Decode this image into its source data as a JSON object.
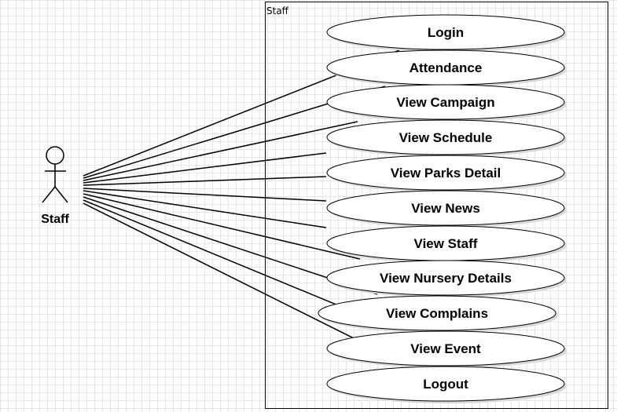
{
  "actor": {
    "name": "Staff",
    "icon": "stick-figure-icon"
  },
  "system_boundary": {
    "label": "Staff"
  },
  "use_cases": [
    "Login",
    "Attendance",
    "View Campaign",
    "View Schedule",
    "View Parks Detail",
    "View News",
    "View Staff",
    "View Nursery Details",
    "View Complains",
    "View Event",
    "Logout"
  ]
}
